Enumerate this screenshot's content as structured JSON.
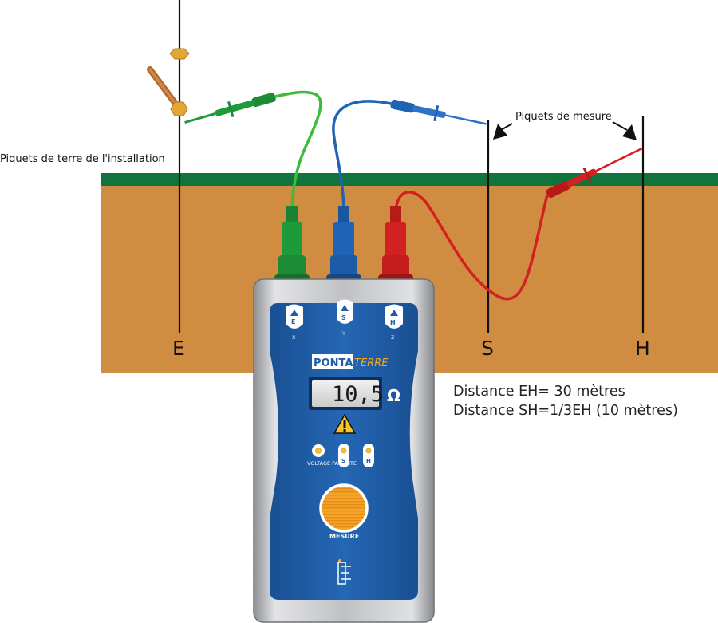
{
  "labels": {
    "installation_stakes": "Piquets de terre de l'installation",
    "measure_stakes": "Piquets de mesure",
    "stake_e": "E",
    "stake_s": "S",
    "stake_h": "H",
    "distance_eh": "Distance EH= 30 mètres",
    "distance_sh": "Distance SH=1/3EH (10 mètres)"
  },
  "device": {
    "brand_main": "PONTA",
    "brand_sub": "TERRE",
    "display_value": "10,5",
    "unit": "Ω",
    "terminals": [
      {
        "label": "E",
        "sub": "X"
      },
      {
        "label": "S",
        "sub": "Y"
      },
      {
        "label": "H",
        "sub": "Z"
      }
    ],
    "indicator_voltage": "VOLTAGE PARASITE",
    "indicator_s": "S",
    "indicator_h": "H",
    "button_label": "MESURE",
    "warning_icon": "warning-triangle-icon",
    "logo_icon": "brand-logo-icon"
  },
  "colors": {
    "soil": "#d08c41",
    "grass": "#12743d",
    "device_blue": "#1f5da8",
    "lead_green": "#1f9a3a",
    "lead_blue": "#1f63b5",
    "lead_red": "#d32020",
    "button_orange": "#f5a623"
  }
}
